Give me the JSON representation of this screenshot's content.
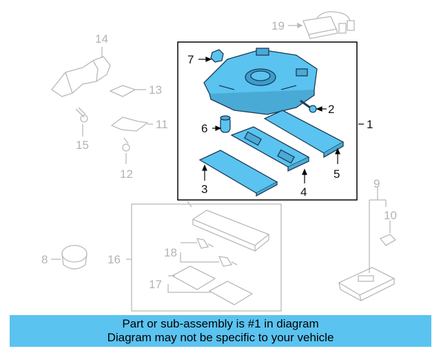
{
  "colors": {
    "highlight_fill": "#5bc3f0",
    "highlight_stroke": "#1a3a55",
    "faded_line": "#b8b8b8",
    "banner_bg": "#5bc3f0"
  },
  "callouts": {
    "c1": "1",
    "c2": "2",
    "c3": "3",
    "c4": "4",
    "c5": "5",
    "c6": "6",
    "c7": "7",
    "c8": "8",
    "c9": "9",
    "c10": "10",
    "c11": "11",
    "c12": "12",
    "c13": "13",
    "c14": "14",
    "c15": "15",
    "c16": "16",
    "c17": "17",
    "c18": "18",
    "c19": "19"
  },
  "banner": {
    "line1": "Part or sub-assembly is #1 in diagram",
    "line2": "Diagram may not be specific to your vehicle"
  }
}
